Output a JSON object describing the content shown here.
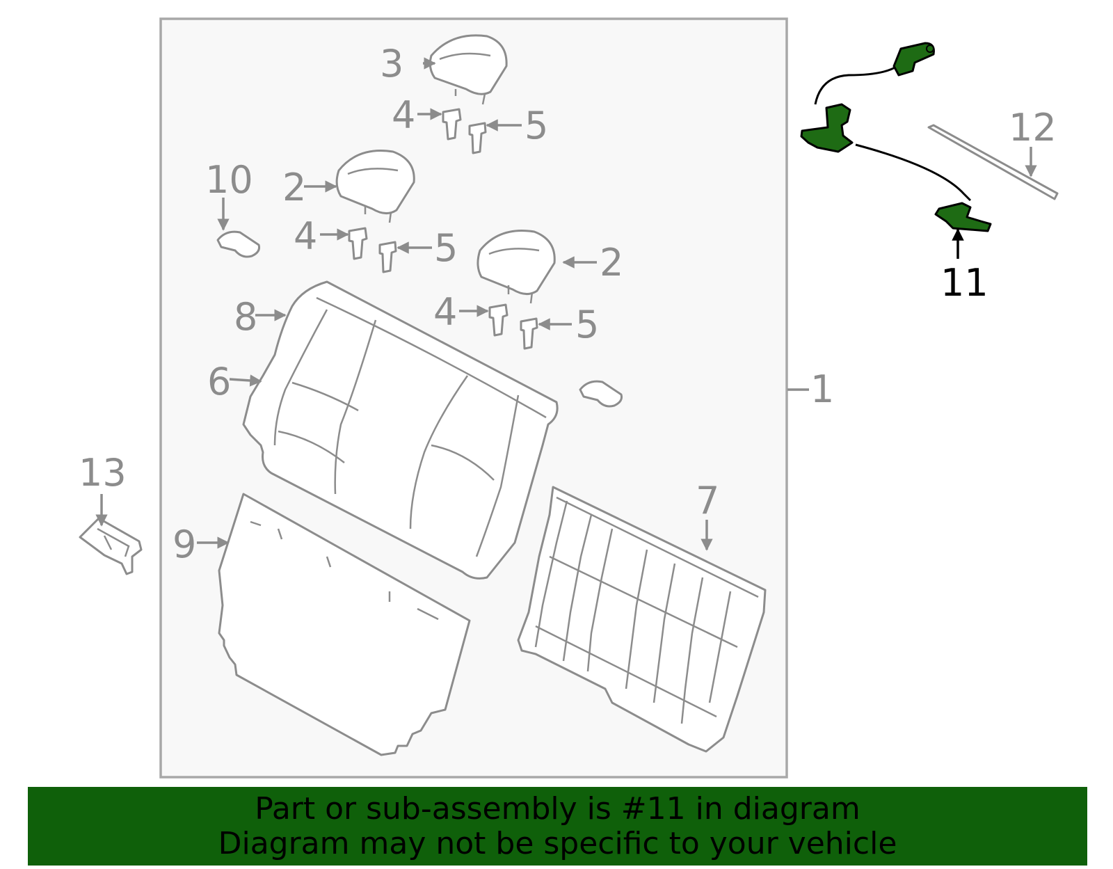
{
  "diagram": {
    "callouts": {
      "c1": "1",
      "c2a": "2",
      "c2b": "2",
      "c3": "3",
      "c4a": "4",
      "c4b": "4",
      "c4c": "4",
      "c5a": "5",
      "c5b": "5",
      "c5c": "5",
      "c6": "6",
      "c7": "7",
      "c8": "8",
      "c9": "9",
      "c10": "10",
      "c11": "11",
      "c12": "12",
      "c13": "13"
    },
    "highlighted_part": "11",
    "colors": {
      "outline": "#8c8c8c",
      "highlight_fill": "#1e6b14",
      "banner_bg": "#0f600a",
      "assembly_box_bg": "#f8f8f8"
    }
  },
  "banner": {
    "line1": "Part or sub-assembly is #11 in diagram",
    "line2": "Diagram may not be specific to your vehicle"
  }
}
